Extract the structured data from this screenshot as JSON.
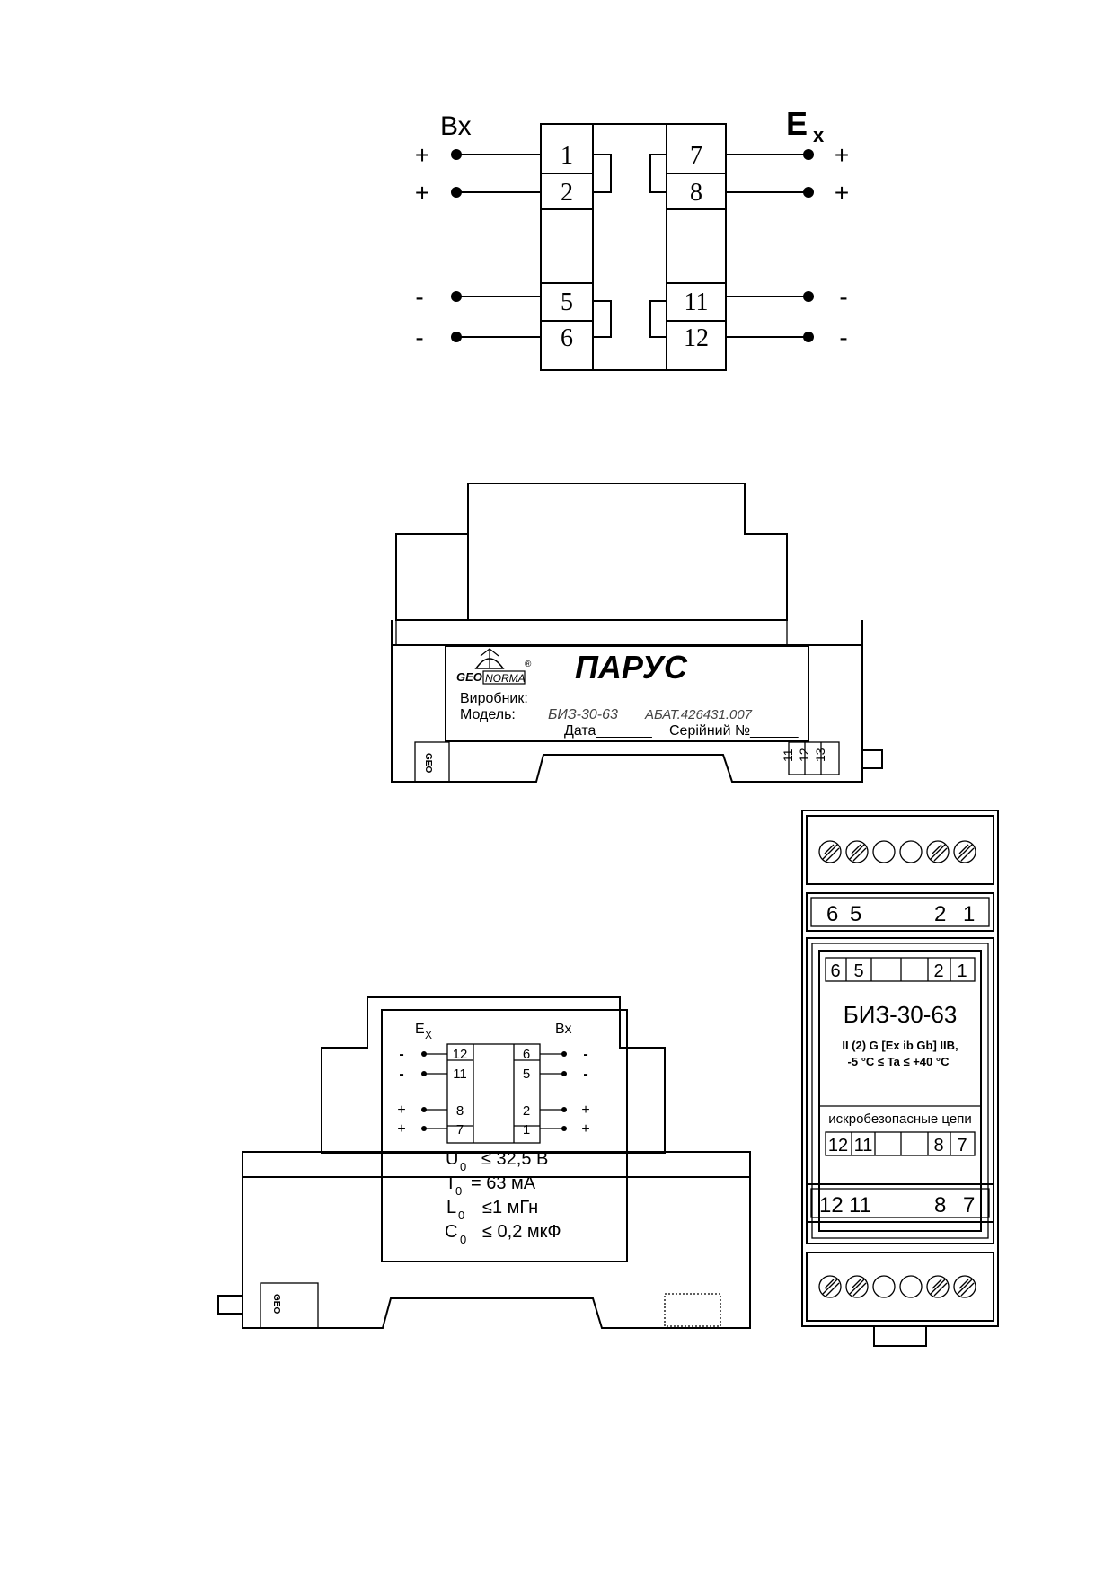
{
  "wiring": {
    "input_label": "Вх",
    "output_label": "E",
    "output_sub": "x",
    "left_terminals": [
      "1",
      "2",
      "5",
      "6"
    ],
    "right_terminals": [
      "7",
      "8",
      "11",
      "12"
    ],
    "left_polarity": [
      "+",
      "+",
      "-",
      "-"
    ],
    "right_polarity": [
      "+",
      "+",
      "-",
      "-"
    ]
  },
  "front_label": {
    "brand_geo": "GEO",
    "brand_norma": "NORMA",
    "registered": "®",
    "product": "ПАРУС",
    "manufacturer_label": "Виробник:",
    "model_label": "Модель:",
    "model_value": "БИЗ-30-63",
    "doc_number": "АБАТ.426431.007",
    "date_label": "Дата_______",
    "serial_label": "Серійний №______",
    "side_numbers": [
      "11",
      "12",
      "13"
    ],
    "side_logo": "GEO"
  },
  "back_label": {
    "ex_label": "E",
    "ex_sub": "X",
    "in_label": "Вх",
    "left_pins": [
      "12",
      "11",
      "8",
      "7"
    ],
    "right_pins": [
      "6",
      "5",
      "2",
      "1"
    ],
    "polarity": [
      "-",
      "-",
      "+",
      "+"
    ],
    "specs": [
      {
        "sym": "U",
        "sub": "0",
        "rest": "≤ 32,5 В"
      },
      {
        "sym": "I",
        "sub": "0",
        "rest": "= 63 мА"
      },
      {
        "sym": "L",
        "sub": "0",
        "rest": "≤1 мГн"
      },
      {
        "sym": "C",
        "sub": "0",
        "rest": "≤ 0,2 мкФ"
      }
    ],
    "side_logo": "GEO"
  },
  "top_view": {
    "top_strip": [
      "6",
      "5",
      "2",
      "1"
    ],
    "inner_top": [
      "6",
      "5",
      "",
      "",
      "2",
      "1"
    ],
    "model": "БИЗ-30-63",
    "marking_line1": "II (2) G [Ex ib Gb] IIB,",
    "marking_line2": "-5 °C ≤ Ta ≤ +40 °C",
    "safe_circuits": "искробезопасные цепи",
    "inner_bottom": [
      "12",
      "11",
      "",
      "",
      "8",
      "7"
    ],
    "bottom_strip": [
      "12",
      "11",
      "8",
      "7"
    ]
  }
}
